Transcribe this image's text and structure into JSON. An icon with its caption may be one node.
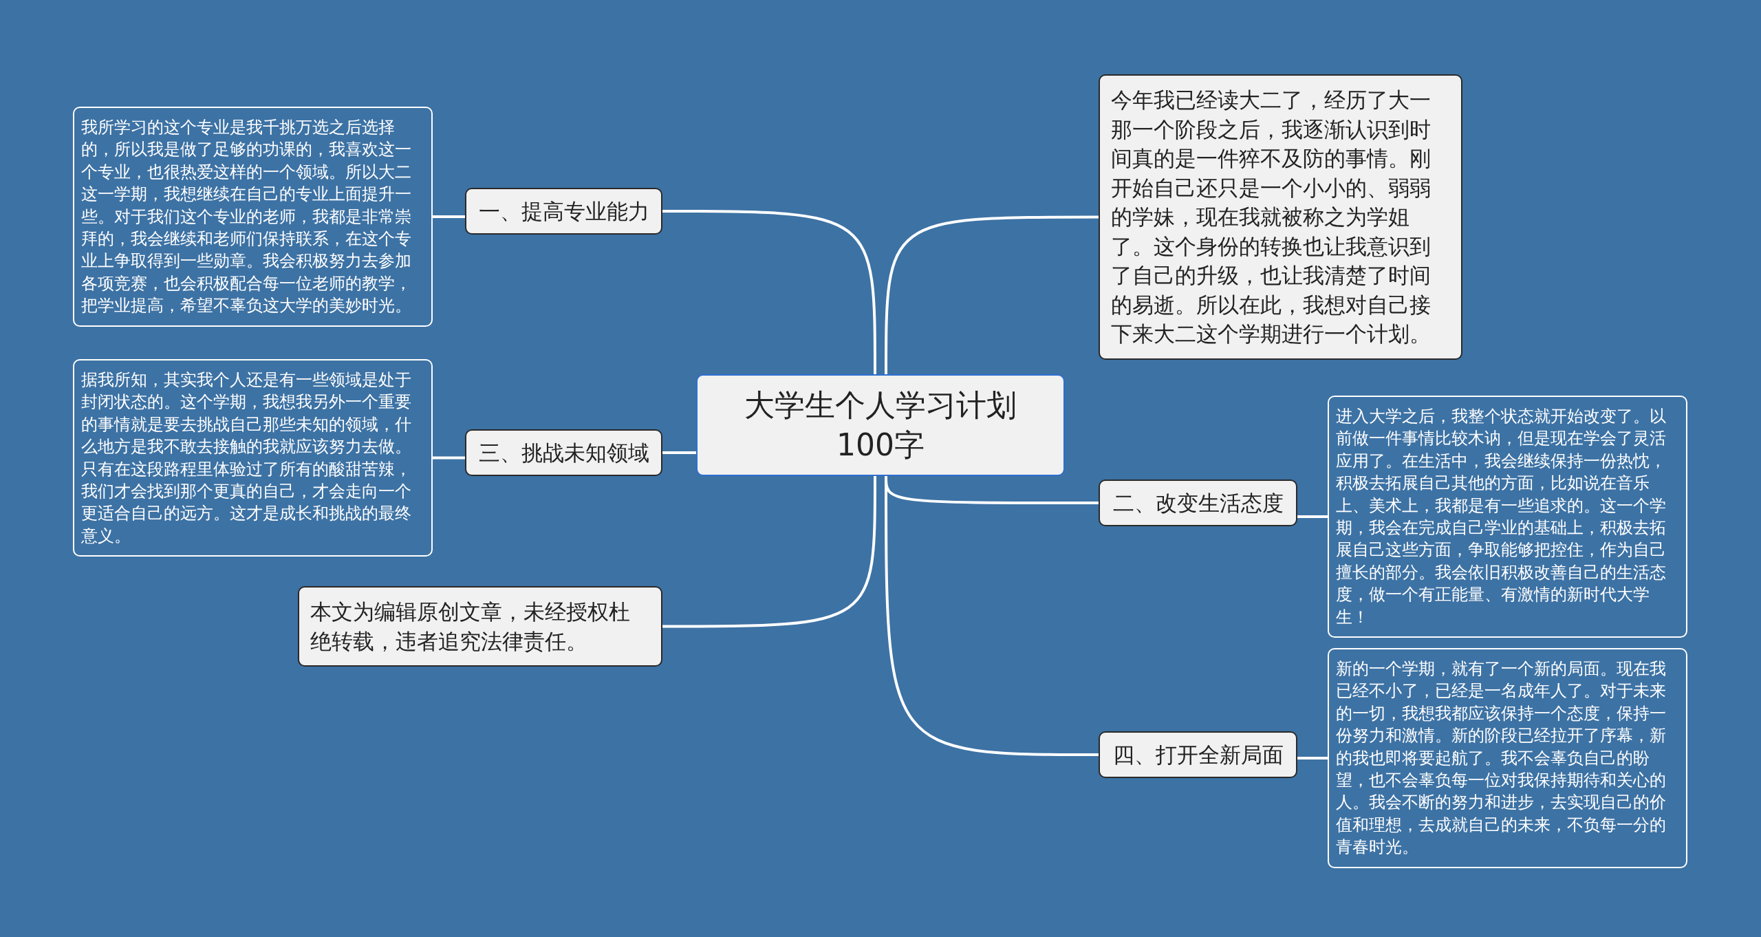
{
  "diagram": {
    "nodes": [
      {
        "text": [
          "大学生个人学习计划100字"
        ]
      },
      {
        "text": [
          "一、提高专业能力"
        ]
      },
      {
        "text": [
          "我所学习的这个专业是我千挑万选之后选择的，所以我是做了足够的功课的，我喜欢这一个专业，也很热爱这样的一个领域。所以大二这一学期，我想继续在自己的专业上面提升一些。对于我们这个专业的老师，我都是非常崇拜的，我会继续和老师们保持联系，在这个专业上争取得到一些勋章。我会积极努力去参加各项竞赛，也会积极配合每一位老师的教学，把学业提高，希望不辜负这大学的美妙时光。"
        ]
      },
      {
        "text": [
          "今年我已经读大二了，经历了大一那一个阶段之后，我逐渐认识到时间真的是一件猝不及防的事情。刚开始自己还只是一个小小的、弱弱的学妹，现在我就被称之为学姐了。这个身份的转换也让我意识到了自己的升级，也让我清楚了时间的易逝。所以在此，我想对自己接下来大二这个学期进行一个计划。"
        ]
      },
      {
        "text": [
          "三、挑战未知领域"
        ]
      },
      {
        "text": [
          "据我所知，其实我个人还是有一些领域是处于封闭状态的。这个学期，我想我另外一个重要的事情就是要去挑战自己那些未知的领域，什么地方是我不敢去接触的我就应该努力去做。只有在这段路程里体验过了所有的酸甜苦辣，我们才会找到那个更真的自己，才会走向一个更适合自己的远方。这才是成长和挑战的最终意义。"
        ]
      },
      {
        "text": [
          "二、改变生活态度"
        ]
      },
      {
        "text": [
          "进入大学之后，我整个状态就开始改变了。以前做一件事情比较木讷，但是现在学会了灵活应用了。在生活中，我会继续保持一份热忱，积极去拓展自己其他的方面，比如说在音乐上、美术上，我都是有一些追求的。这一个学期，我会在完成自己学业的基础上，积极去拓展自己这些方面，争取能够把控住，作为自己擅长的部分。我会依旧积极改善自己的生活态度，做一个有正能量、有激情的新时代大学生！"
        ]
      },
      {
        "text": [
          "本文为编辑原创文章，未经授权杜绝转载，违者追究法律责任。"
        ]
      },
      {
        "text": [
          "四、打开全新局面"
        ]
      },
      {
        "text": [
          "新的一个学期，就有了一个新的局面。现在我已经不小了，已经是一名成年人了。对于未来的一切，我想我都应该保持一个态度，保持一份努力和激情。新的阶段已经拉开了序幕，新的我也即将要起航了。我不会辜负自己的盼望，也不会辜负每一位对我保持期待和关心的人。我会不断的努力和进步，去实现自己的价值和理想，去成就自己的未来，不负每一分的青春时光。"
        ]
      }
    ],
    "edges": [
      {
        "from": 0,
        "to": 1,
        "arrow": "none"
      },
      {
        "from": 1,
        "to": 2,
        "arrow": "none"
      },
      {
        "from": 0,
        "to": 3,
        "arrow": "none"
      },
      {
        "from": 0,
        "to": 4,
        "arrow": "none"
      },
      {
        "from": 4,
        "to": 5,
        "arrow": "none"
      },
      {
        "from": 0,
        "to": 6,
        "arrow": "none"
      },
      {
        "from": 6,
        "to": 7,
        "arrow": "none"
      },
      {
        "from": 0,
        "to": 8,
        "arrow": "none"
      },
      {
        "from": 0,
        "to": 9,
        "arrow": "none"
      },
      {
        "from": 9,
        "to": 10,
        "arrow": "none"
      }
    ]
  }
}
